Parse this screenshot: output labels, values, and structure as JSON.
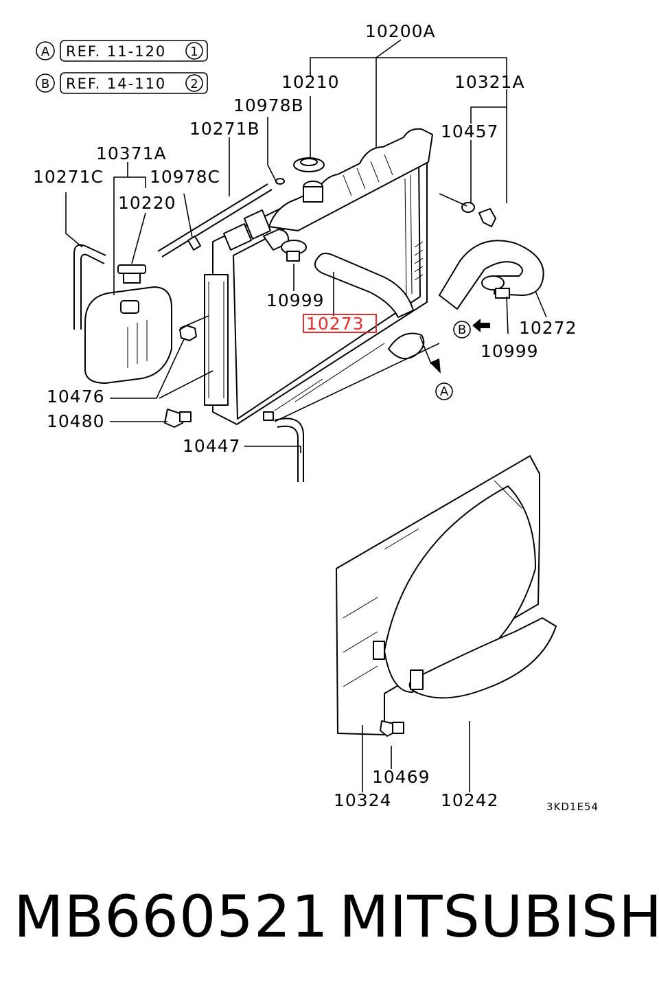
{
  "references": [
    {
      "letter": "A",
      "text": "REF. 11-120",
      "num": "1"
    },
    {
      "letter": "B",
      "text": "REF. 14-110",
      "num": "2"
    }
  ],
  "part_labels": {
    "p10200A": "10200A",
    "p10210": "10210",
    "p10321A": "10321A",
    "p10978B": "10978B",
    "p10271B": "10271B",
    "p10457": "10457",
    "p10371A": "10371A",
    "p10271C": "10271C",
    "p10978C": "10978C",
    "p10220": "10220",
    "p10999a": "10999",
    "p10273": "10273",
    "p10272": "10272",
    "p10999b": "10999",
    "p10476": "10476",
    "p10480": "10480",
    "p10447": "10447",
    "p10469": "10469",
    "p10324": "10324",
    "p10242": "10242"
  },
  "arrow_markers": {
    "a": "A",
    "b": "B"
  },
  "highlight_part": "10273",
  "highlight_color": "#e03030",
  "diagram_code": "3KD1E54",
  "footer": {
    "part_number": "MB660521",
    "brand": "MITSUBISHI"
  }
}
